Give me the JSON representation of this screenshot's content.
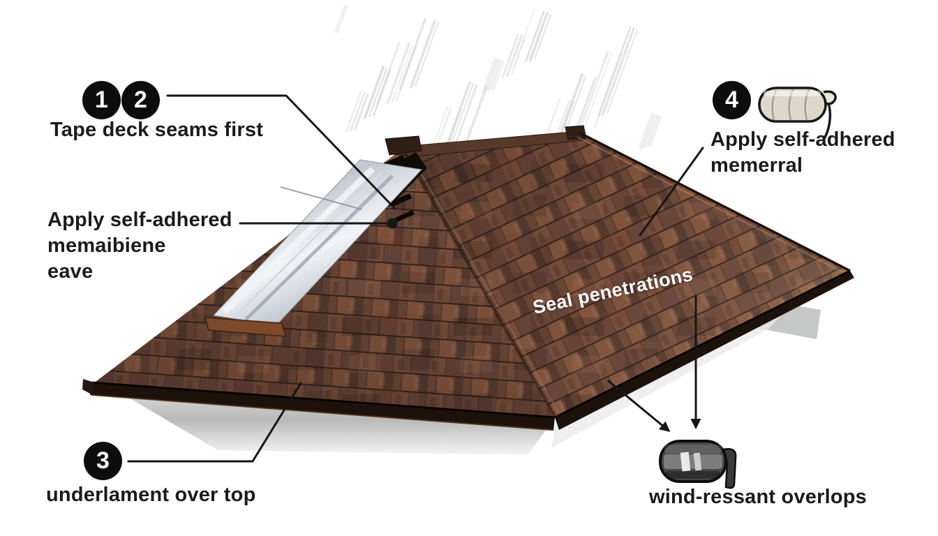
{
  "figure": {
    "description": "roofing underlayment installation diagram",
    "background": "#ffffff",
    "text_color": "#1b1b1b"
  },
  "callouts": {
    "step12": {
      "badge1": "1",
      "badge2": "2",
      "label": "Tape deck seams first"
    },
    "membrane_eave": {
      "line1": "Apply self-adhered",
      "line2": "memaibiene",
      "line3": "eave"
    },
    "step3": {
      "badge": "3",
      "label": "underlament over top"
    },
    "step4": {
      "badge": "4",
      "line1": "Apply self-adhered",
      "line2": "memerral"
    },
    "seal_penetrations": {
      "label": "Seal penetrations"
    },
    "wind_resistant": {
      "label": "wind-ressant overlops"
    }
  },
  "icons": {
    "membrane_roll": "membrane-roll-icon",
    "sealant_roller": "sealant-roller-icon",
    "rain": "rain-streaks"
  },
  "colors": {
    "shingle_base": "#6d4839",
    "shingle_dark": "#4a332a",
    "shingle_light": "#8a5c46",
    "fascia": "#1c120b",
    "membrane_silver": "#c9cdd4",
    "wood_strip": "#7d4a2a",
    "badge_bg": "#0d0d0d",
    "leader_line": "#161616",
    "rain": "#d6d6d6",
    "wall_shadow": "#bdbdbd"
  }
}
